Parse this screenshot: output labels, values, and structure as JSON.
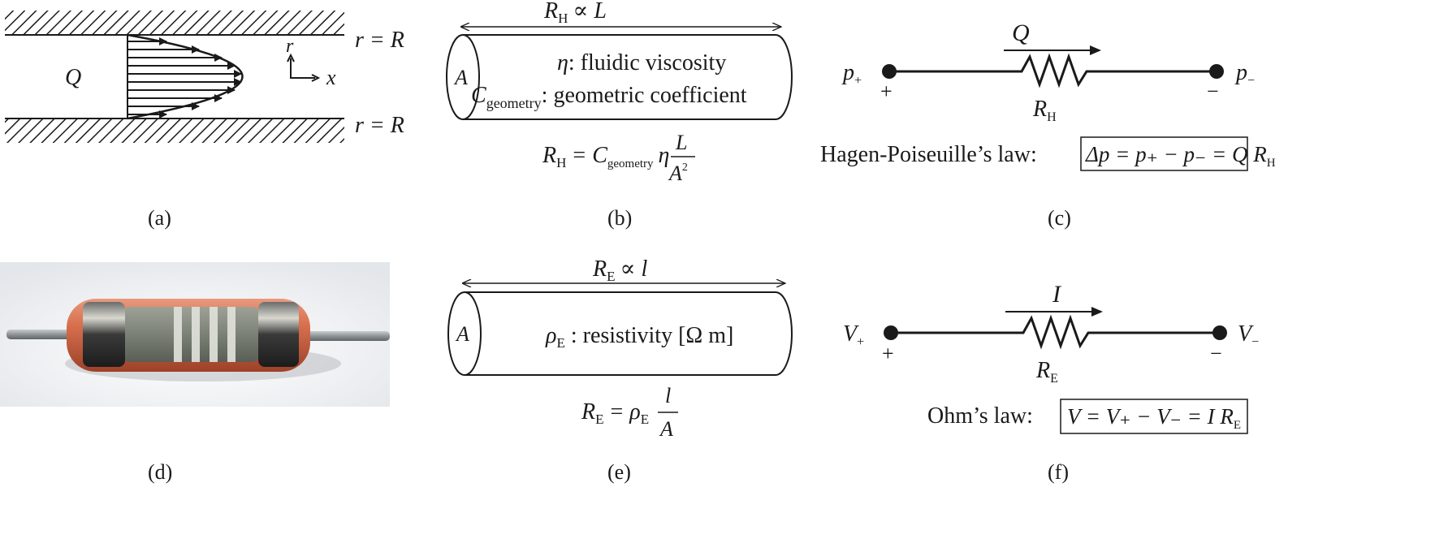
{
  "panels": {
    "a": {
      "caption": "(a)",
      "flow_label": "Q",
      "wall_top_label": "r = R",
      "wall_bottom_label": "r = R",
      "axis_r": "r",
      "axis_x": "x"
    },
    "b": {
      "caption": "(b)",
      "top_formula_R": "R",
      "top_formula_sub": "H",
      "top_formula_rest": "∝ L",
      "area_label": "A",
      "viscosity_sym": "η",
      "viscosity_text": ": fluidic viscosity",
      "coef_sym": "C",
      "coef_sub": "geometry",
      "coef_text": ": geometric coefficient",
      "eq_R": "R",
      "eq_R_sub": "H",
      "eq_equals": "=",
      "eq_C": "C",
      "eq_C_sub": "geometry",
      "eq_eta": "η",
      "eq_num": "L",
      "eq_den": "A",
      "eq_den_sup": "2"
    },
    "c": {
      "caption": "(c)",
      "flow_label": "Q",
      "left_node_sym": "p",
      "left_node_sub": "+",
      "right_node_sym": "p",
      "right_node_sub": "−",
      "plus_sign": "+",
      "minus_sign": "−",
      "resistor_sym": "R",
      "resistor_sub": "H",
      "law_label": "Hagen-Poiseuille’s law:",
      "law_formula": "Δp = p₊ − p₋ = Q R",
      "law_formula_sub": "H"
    },
    "d": {
      "caption": "(d)"
    },
    "e": {
      "caption": "(e)",
      "top_formula_R": "R",
      "top_formula_sub": "E",
      "top_formula_rest": "∝ l",
      "area_label": "A",
      "resistivity_sym": "ρ",
      "resistivity_sub": "E",
      "resistivity_text": " : resistivity [Ω m]",
      "eq_R": "R",
      "eq_R_sub": "E",
      "eq_equals": "=",
      "eq_rho": "ρ",
      "eq_rho_sub": "E",
      "eq_num": "l",
      "eq_den": "A"
    },
    "f": {
      "caption": "(f)",
      "flow_label": "I",
      "left_node_sym": "V",
      "left_node_sub": "+",
      "right_node_sym": "V",
      "right_node_sub": "−",
      "plus_sign": "+",
      "minus_sign": "−",
      "resistor_sym": "R",
      "resistor_sub": "E",
      "law_label": "Ohm’s law:",
      "law_formula": "V = V₊ − V₋ = I R",
      "law_formula_sub": "E"
    }
  },
  "colors": {
    "ink": "#1a1a1a",
    "photo_bg": "#eef0f2",
    "resistor_body": "#d9704f",
    "resistor_core": "#7c8178",
    "resistor_band": "#dfe1da",
    "lead_wire": "#9ea3a6",
    "end_cap": "#2b2b2b"
  }
}
